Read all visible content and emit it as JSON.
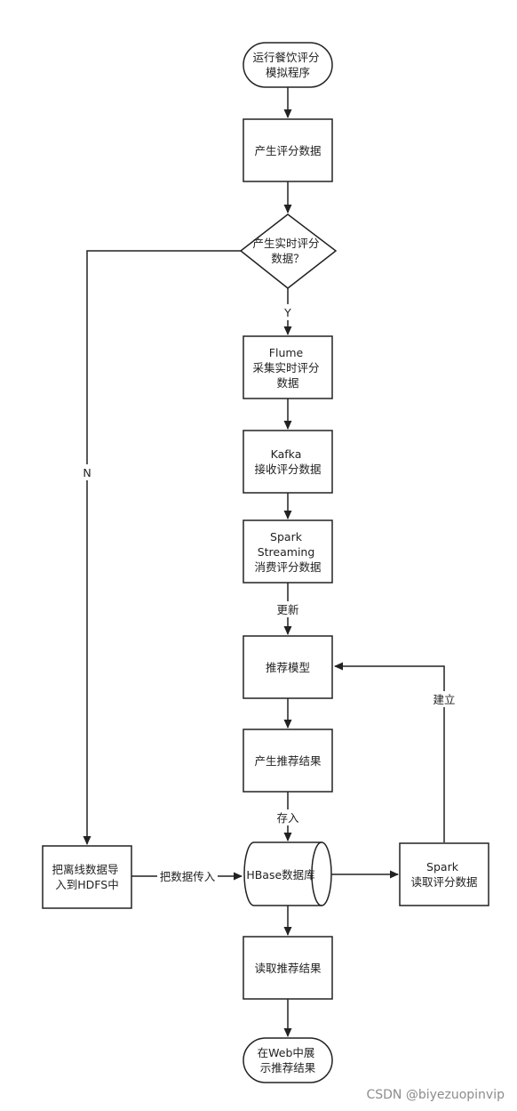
{
  "nodes": {
    "start": [
      "运行餐饮评分",
      "模拟程序"
    ],
    "generate": [
      "产生评分数据"
    ],
    "decision": [
      "产生实时评分",
      "数据？"
    ],
    "flume": [
      "Flume",
      "采集实时评分",
      "数据"
    ],
    "kafka": [
      "Kafka",
      "接收评分数据"
    ],
    "spark_streaming": [
      "Spark",
      "Streaming",
      "消费评分数据"
    ],
    "model": [
      "推荐模型"
    ],
    "produce_rec": [
      "产生推荐结果"
    ],
    "offline": [
      "把离线数据导",
      "入到HDFS中"
    ],
    "hbase": [
      "HBase数据库"
    ],
    "spark_read": [
      "Spark",
      "读取评分数据"
    ],
    "read_rec": [
      "读取推荐结果"
    ],
    "web": [
      "在Web中展",
      "示推荐结果"
    ]
  },
  "edge_labels": {
    "yes": "Y",
    "no": "N",
    "update": "更新",
    "build": "建立",
    "store": "存入",
    "transfer": "把数据传入"
  },
  "watermark": "CSDN @biyezuopinvip"
}
